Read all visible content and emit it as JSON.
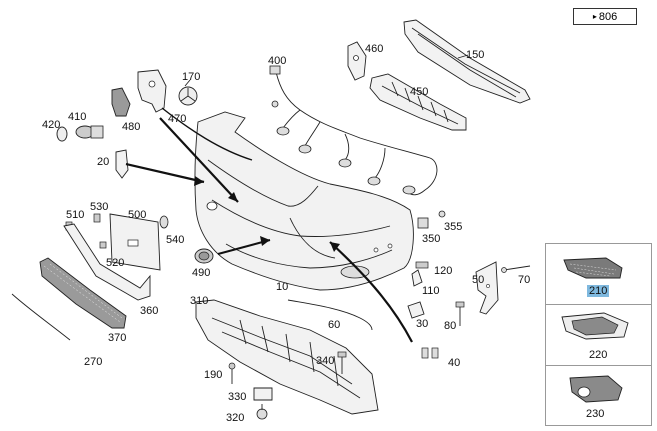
{
  "reference": {
    "arrow": "▸",
    "page": "806"
  },
  "callouts": [
    {
      "id": "c150",
      "text": "150"
    },
    {
      "id": "c460",
      "text": "460"
    },
    {
      "id": "c450",
      "text": "450"
    },
    {
      "id": "c400",
      "text": "400"
    },
    {
      "id": "c170",
      "text": "170"
    },
    {
      "id": "c470",
      "text": "470"
    },
    {
      "id": "c480",
      "text": "480"
    },
    {
      "id": "c410",
      "text": "410"
    },
    {
      "id": "c420",
      "text": "420"
    },
    {
      "id": "c20",
      "text": "20"
    },
    {
      "id": "c510",
      "text": "510"
    },
    {
      "id": "c530",
      "text": "530"
    },
    {
      "id": "c500",
      "text": "500"
    },
    {
      "id": "c540",
      "text": "540"
    },
    {
      "id": "c520",
      "text": "520"
    },
    {
      "id": "c490",
      "text": "490"
    },
    {
      "id": "c360",
      "text": "360"
    },
    {
      "id": "c370",
      "text": "370"
    },
    {
      "id": "c270",
      "text": "270"
    },
    {
      "id": "c310",
      "text": "310"
    },
    {
      "id": "c10",
      "text": "10"
    },
    {
      "id": "c60",
      "text": "60"
    },
    {
      "id": "c355",
      "text": "355"
    },
    {
      "id": "c350",
      "text": "350"
    },
    {
      "id": "c120",
      "text": "120"
    },
    {
      "id": "c110",
      "text": "110"
    },
    {
      "id": "c50",
      "text": "50"
    },
    {
      "id": "c70",
      "text": "70"
    },
    {
      "id": "c30",
      "text": "30"
    },
    {
      "id": "c80",
      "text": "80"
    },
    {
      "id": "c40",
      "text": "40"
    },
    {
      "id": "c340",
      "text": "340"
    },
    {
      "id": "c190",
      "text": "190"
    },
    {
      "id": "c330",
      "text": "330"
    },
    {
      "id": "c320",
      "text": "320"
    }
  ],
  "side_panel": {
    "items": [
      {
        "label": "210",
        "selected": true
      },
      {
        "label": "220",
        "selected": false
      },
      {
        "label": "230",
        "selected": false
      }
    ]
  },
  "colors": {
    "highlight": "#7fb9df",
    "line": "#222222"
  }
}
